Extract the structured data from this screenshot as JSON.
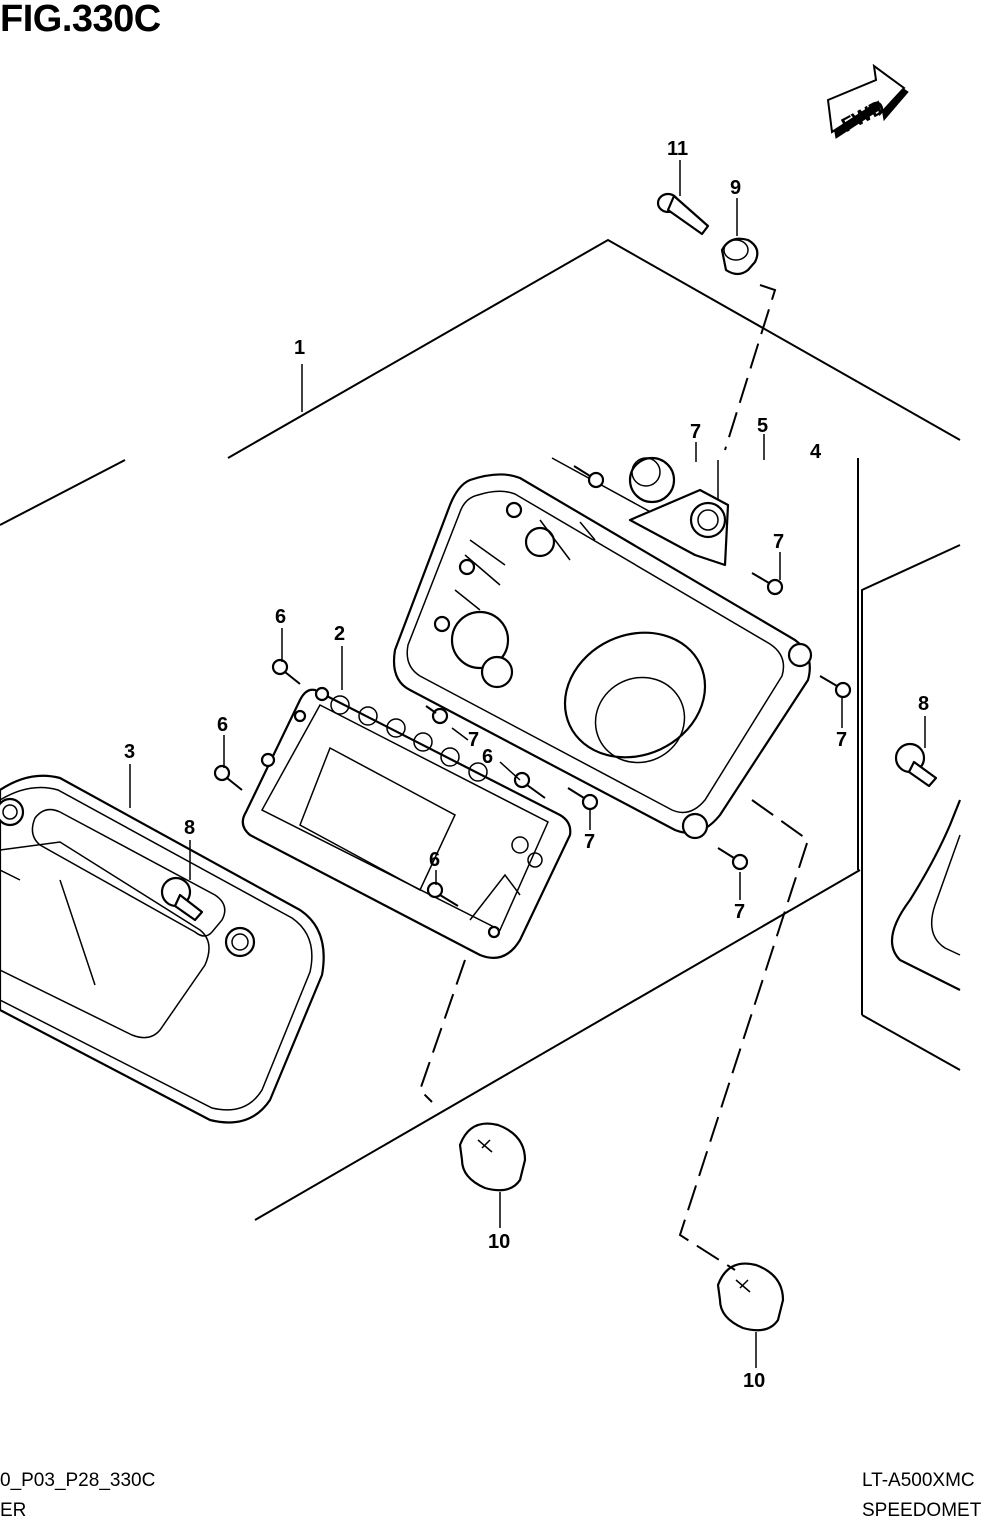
{
  "figure": {
    "title": "FIG.330C",
    "fwd_label": "FWD"
  },
  "callouts": [
    "1",
    "2",
    "3",
    "4",
    "5",
    "6",
    "7",
    "8",
    "9",
    "10",
    "11"
  ],
  "footer": {
    "left_line1": "0_P03_P28_330C",
    "left_line2": "ER",
    "right_line1": "LT-A500XMC",
    "right_line2": "SPEEDOMET"
  }
}
